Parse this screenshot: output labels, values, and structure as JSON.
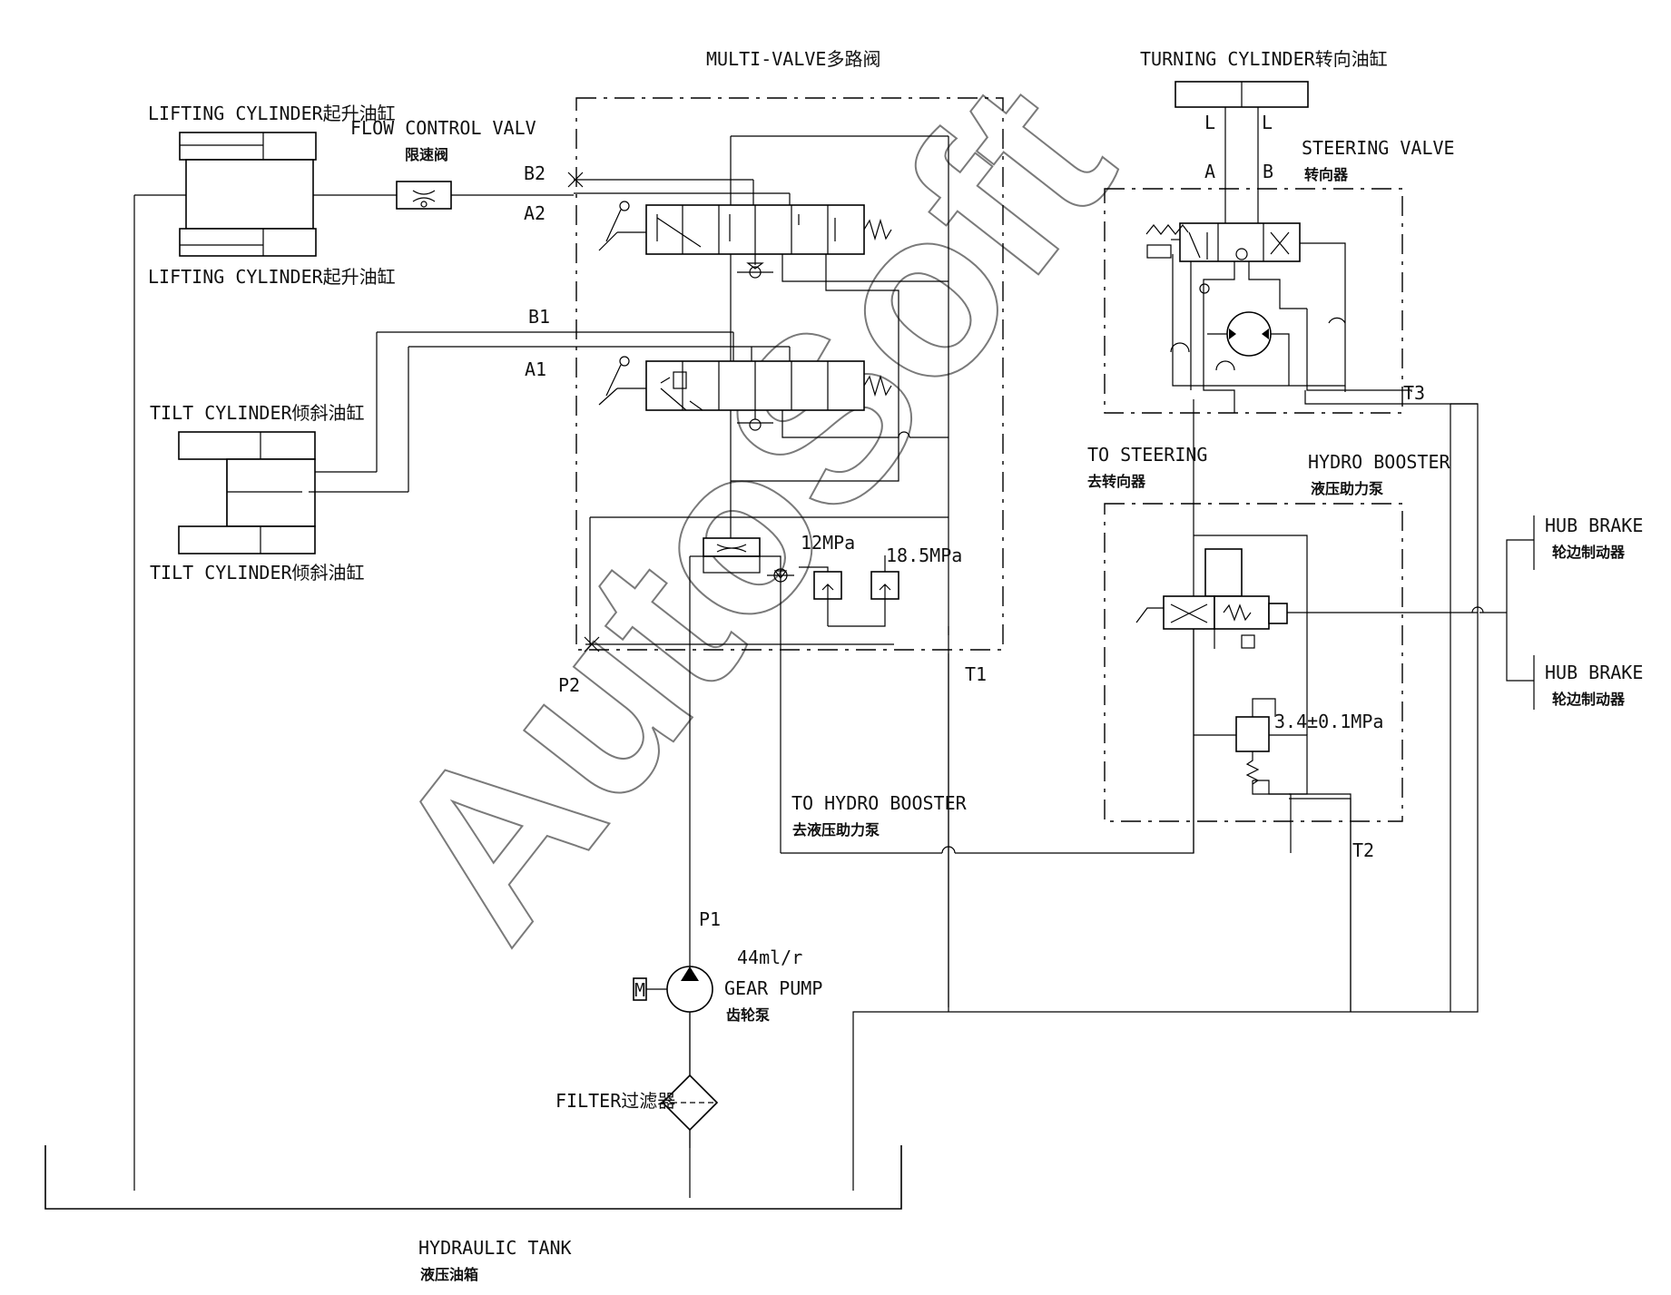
{
  "labels": {
    "multi_valve": "MULTI-VALVE多路阀",
    "turning_cylinder": "TURNING CYLINDER转向油缸",
    "lifting_cylinder_top": "LIFTING CYLINDER起升油缸",
    "lifting_cylinder_bottom": "LIFTING CYLINDER起升油缸",
    "flow_control_en": "FLOW CONTROL VALV",
    "flow_control_cn": "限速阀",
    "tilt_cylinder_top": "TILT CYLINDER倾斜油缸",
    "tilt_cylinder_bottom": "TILT CYLINDER倾斜油缸",
    "steering_valve_en": "STEERING VALVE",
    "steering_valve_cn": "转向器",
    "to_steering_en": "TO STEERING",
    "to_steering_cn": "去转向器",
    "hydro_booster_en": "HYDRO BOOSTER",
    "hydro_booster_cn": "液压助力泵",
    "hub_brake_1_en": "HUB BRAKE",
    "hub_brake_1_cn": "轮边制动器",
    "hub_brake_2_en": "HUB BRAKE",
    "hub_brake_2_cn": "轮边制动器",
    "to_hydro_booster_en": "TO HYDRO BOOSTER",
    "to_hydro_booster_cn": "去液压助力泵",
    "gear_pump_flow": "44ml/r",
    "gear_pump_en": "GEAR PUMP",
    "gear_pump_cn": "齿轮泵",
    "filter": "FILTER过滤器",
    "hydraulic_tank_en": "HYDRAULIC TANK",
    "hydraulic_tank_cn": "液压油箱",
    "relief_12": "12MPa",
    "relief_18": "18.5MPa",
    "relief_brake": "3.4±0.1MPa",
    "motor": "M",
    "watermark": "AutoSoft"
  },
  "ports": {
    "b2": "B2",
    "a2": "A2",
    "b1": "B1",
    "a1": "A1",
    "p1": "P1",
    "p2": "P2",
    "t1": "T1",
    "t2": "T2",
    "t3": "T3",
    "a": "A",
    "b": "B",
    "l_left": "L",
    "l_right": "L"
  },
  "colors": {
    "line": "#000000",
    "watermark": "#7a7a7a",
    "background": "#ffffff"
  }
}
